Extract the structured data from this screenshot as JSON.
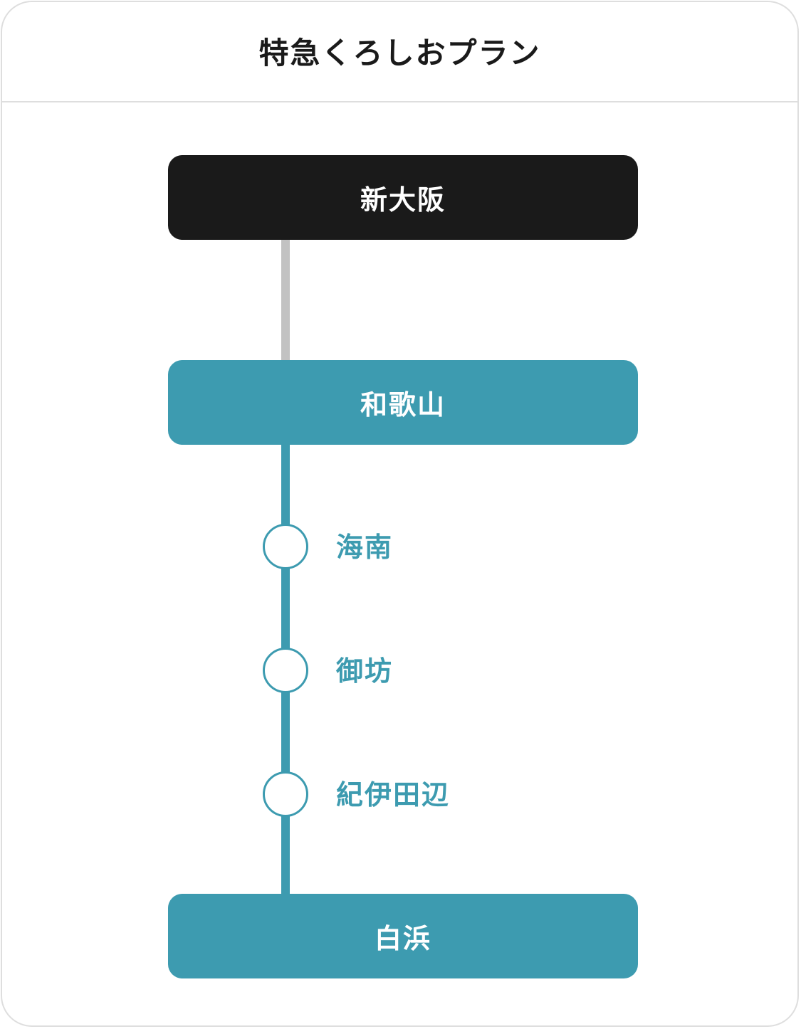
{
  "header": {
    "title": "特急くろしおプラン"
  },
  "route": {
    "origin": "新大阪",
    "transfer": "和歌山",
    "stops": [
      "海南",
      "御坊",
      "紀伊田辺"
    ],
    "terminal": "白浜"
  },
  "colors": {
    "accent": "#3d9bb0",
    "origin_box": "#1a1a1a",
    "segment_gray": "#c2c2c2",
    "border": "#dedede"
  }
}
